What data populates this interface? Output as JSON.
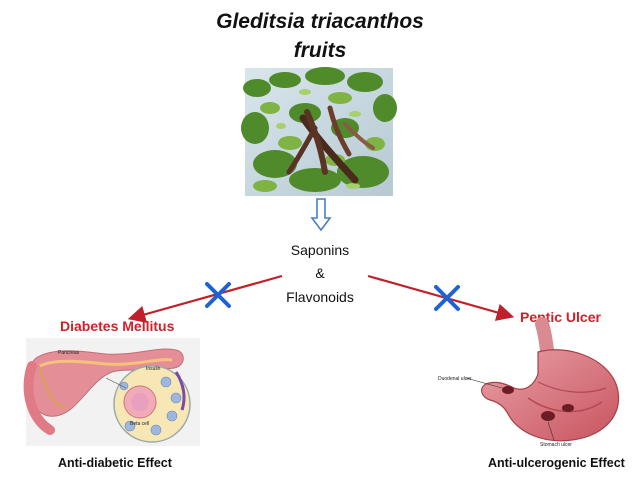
{
  "title": {
    "line1": "Gleditsia triacanthos",
    "line2": "fruits"
  },
  "compounds": {
    "line1": "Saponins",
    "line2": "&",
    "line3": "Flavonoids"
  },
  "left": {
    "disease": "Diabetes Mellitus",
    "effect": "Anti-diabetic Effect",
    "illustration_labels": {
      "pancreas": "Pancreas",
      "insulin": "Insulin",
      "beta_cell": "Beta cell"
    }
  },
  "right": {
    "disease": "Peptic Ulcer",
    "effect": "Anti-ulcerogenic Effect",
    "illustration_labels": {
      "duodenal": "Duodenal ulcer",
      "stomach": "Stomach ulcer"
    }
  },
  "colors": {
    "arrow_red": "#c0202a",
    "cross_blue": "#1e63d6",
    "down_arrow": "#4a7fc4"
  },
  "icons": {
    "down_arrow": "hollow-down-arrow-icon",
    "inhibit_mark": "blue-cross-icon"
  }
}
